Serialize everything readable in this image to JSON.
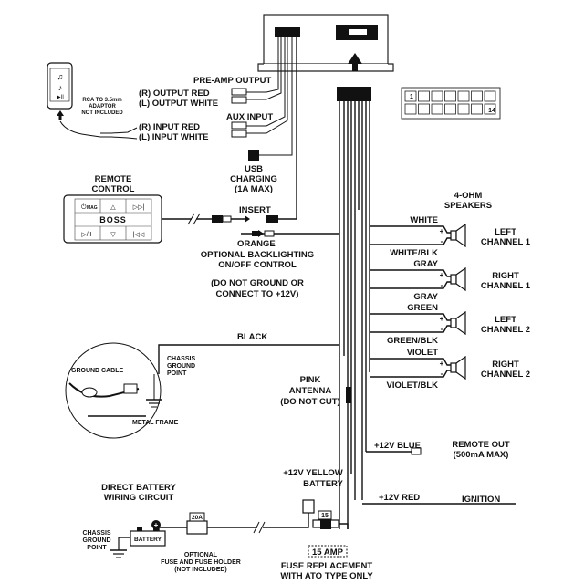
{
  "head_unit": {
    "preamp_output": "PRE-AMP OUTPUT",
    "output_red": "(R) OUTPUT RED",
    "output_white": "(L) OUTPUT WHITE",
    "aux_input": "AUX INPUT",
    "input_red": "(R) INPUT RED",
    "input_white": "(L) INPUT WHITE",
    "usb_charging_1": "USB",
    "usb_charging_2": "CHARGING",
    "usb_charging_3": "(1A MAX)"
  },
  "phone": {
    "adaptor_1": "RCA TO 3.5mm",
    "adaptor_2": "ADAPTOR",
    "adaptor_3": "NOT INCLUDED"
  },
  "connector_pinout": {
    "pin_first": "1",
    "pin_last": "14"
  },
  "remote": {
    "label_1": "REMOTE",
    "label_2": "CONTROL",
    "mode_btn": "MAG",
    "brand": "BOSS",
    "insert": "INSERT",
    "orange": "ORANGE",
    "backlight_1": "OPTIONAL BACKLIGHTING",
    "backlight_2": "ON/OFF CONTROL",
    "backlight_3": "(DO NOT GROUND OR",
    "backlight_4": "CONNECT TO +12V)"
  },
  "speakers": {
    "title_1": "4-OHM",
    "title_2": "SPEAKERS",
    "channels": [
      {
        "pos_wire": "WHITE",
        "neg_wire": "WHITE/BLK",
        "label_1": "LEFT",
        "label_2": "CHANNEL 1"
      },
      {
        "pos_wire": "GRAY",
        "neg_wire": "GRAY",
        "label_1": "RIGHT",
        "label_2": "CHANNEL 1"
      },
      {
        "pos_wire": "GREEN",
        "neg_wire": "GREEN/BLK",
        "label_1": "LEFT",
        "label_2": "CHANNEL 2"
      },
      {
        "pos_wire": "VIOLET",
        "neg_wire": "VIOLET/BLK",
        "label_1": "RIGHT",
        "label_2": "CHANNEL 2"
      }
    ],
    "plus": "+",
    "minus": "-"
  },
  "ground": {
    "black": "BLACK",
    "chassis_1": "CHASSIS",
    "chassis_2": "GROUND",
    "chassis_3": "POINT",
    "ground_cable": "GROUND CABLE",
    "metal_frame": "METAL FRAME"
  },
  "antenna": {
    "label_1": "PINK",
    "label_2": "ANTENNA",
    "label_3": "(DO NOT CUT)"
  },
  "remote_out": {
    "wire": "+12V BLUE",
    "label_1": "REMOTE OUT",
    "label_2": "(500mA MAX)"
  },
  "battery_wire": {
    "label_1": "+12V YELLOW",
    "label_2": "BATTERY"
  },
  "ignition": {
    "wire": "+12V RED",
    "label": "IGNITION"
  },
  "battery_circuit": {
    "title_1": "DIRECT BATTERY",
    "title_2": "WIRING CIRCUIT",
    "chassis_1": "CHASSIS",
    "chassis_2": "GROUND",
    "chassis_3": "POINT",
    "battery": "BATTERY",
    "fuse_rating": "20A",
    "optional_1": "OPTIONAL",
    "optional_2": "FUSE AND FUSE HOLDER",
    "optional_3": "(NOT INCLUDED)"
  },
  "fuse": {
    "holder_rating": "15",
    "amp_label": "15 AMP",
    "replacement_1": "FUSE REPLACEMENT",
    "replacement_2": "WITH ATO TYPE ONLY"
  }
}
